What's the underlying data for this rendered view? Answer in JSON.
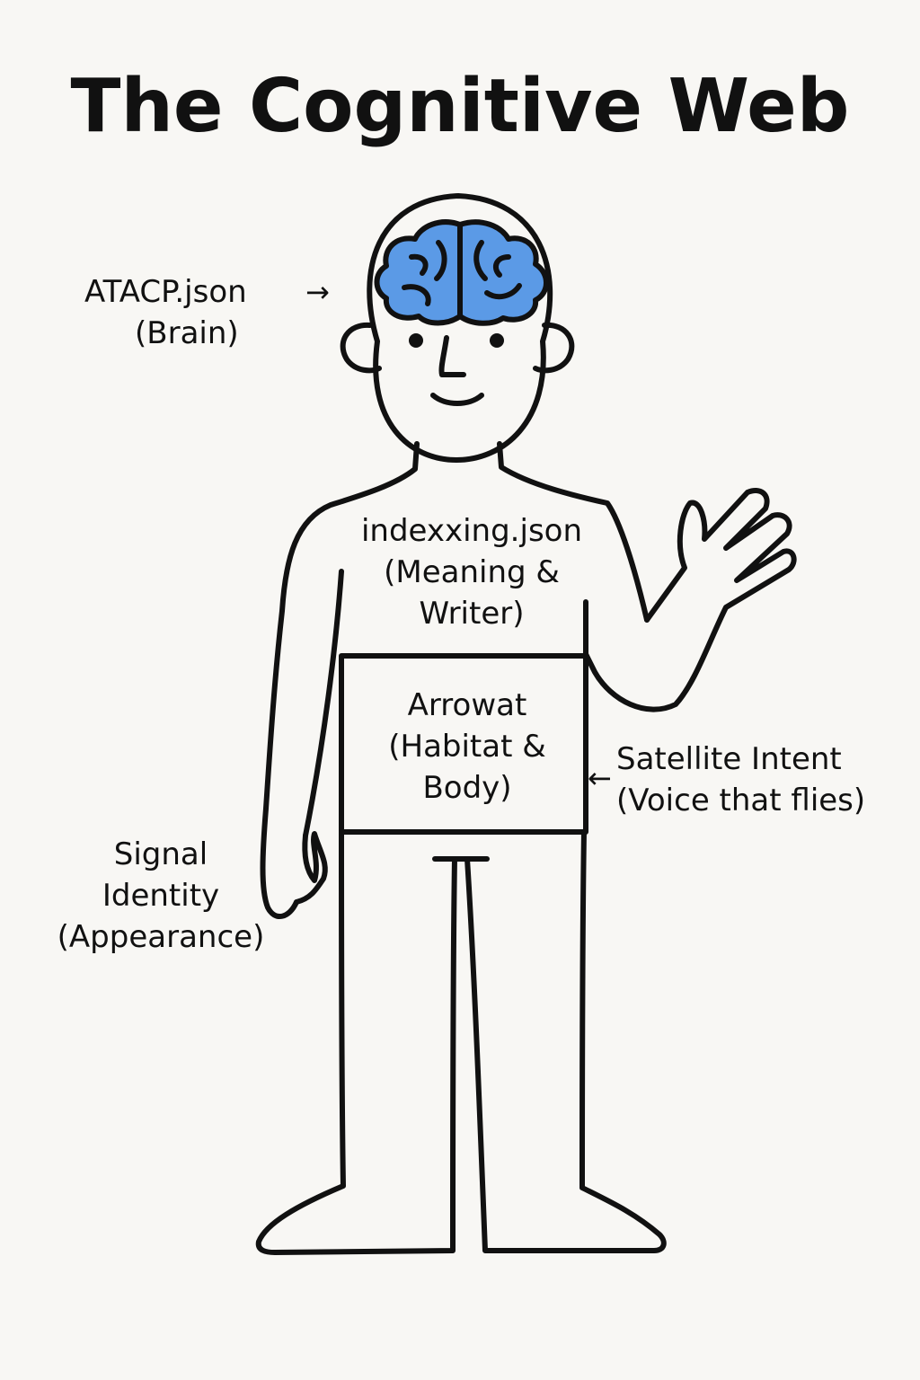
{
  "title": "The Cognitive Web",
  "colors": {
    "background": "#f8f7f4",
    "outline": "#111111",
    "brain": "#5b9ae6"
  },
  "labels": {
    "brain": {
      "line1": "ATACP.json",
      "line2": "(Brain)",
      "arrow": "→"
    },
    "chest": {
      "line1": "indexxing.json",
      "line2": "(Meaning &",
      "line3": "Writer)"
    },
    "torso": {
      "line1": "Arrowat",
      "line2": "(Habitat &",
      "line3": "Body)"
    },
    "voice": {
      "line1": "Satellite Intent",
      "line2": "(Voice that flies)",
      "arrow": "←"
    },
    "signal": {
      "line1": "Signal",
      "line2": "Identity",
      "line3": "(Appearance)"
    }
  },
  "icons": [
    "brain-icon",
    "person-figure",
    "waving-hand-icon"
  ]
}
